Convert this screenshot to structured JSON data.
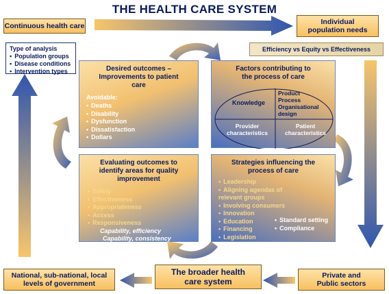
{
  "title": "THE HEALTH CARE SYSTEM",
  "top_left": "Continuous health care",
  "top_right": "Individual population needs",
  "efficiency": "Efficiency vs Equity vs Effectiveness",
  "type_of_analysis": {
    "heading": "Type of analysis",
    "items": [
      "Population groups",
      "Disease conditions",
      "Intervention types"
    ]
  },
  "desired_outcomes": {
    "title": "Desired outcomes – Improvements to patient care",
    "avoidable_label": "Avoidable:",
    "items": [
      "Deaths",
      "Disability",
      "Dysfunction",
      "Dissatisfaction",
      "Dollars"
    ]
  },
  "factors": {
    "title": "Factors contributing to the process of care",
    "cells": {
      "knowledge": "Knowledge",
      "product": "Product\nProcess\nOrganisational\ndesign",
      "provider": "Provider\ncharacteristics",
      "patient": "Patient\ncharacteristics"
    }
  },
  "evaluating": {
    "title": "Evaluating outcomes to identify areas for quality improvement",
    "items": [
      "Safety",
      "Effectiveness",
      "Appropriateness",
      "Access",
      "Responsiveness"
    ],
    "italic1": "Capability, efficiency",
    "italic2": "Capability, consistency"
  },
  "strategies": {
    "title": "Strategies influencing the process of care",
    "left_items": [
      "Leadership",
      "Aligning agendas of relevant groups",
      "Involving consumers",
      "Innovation",
      "Education",
      "Financing",
      "Legislation"
    ],
    "right_items": [
      "Standard setting",
      "Compliance"
    ]
  },
  "bottom_left": "National, sub-national, local levels of government",
  "bottom_center": "The broader health care system",
  "bottom_right": "Private and Public sectors",
  "colors": {
    "navy": "#0a1a5c",
    "orange": "#f8c060",
    "blue": "#3c63b8"
  }
}
